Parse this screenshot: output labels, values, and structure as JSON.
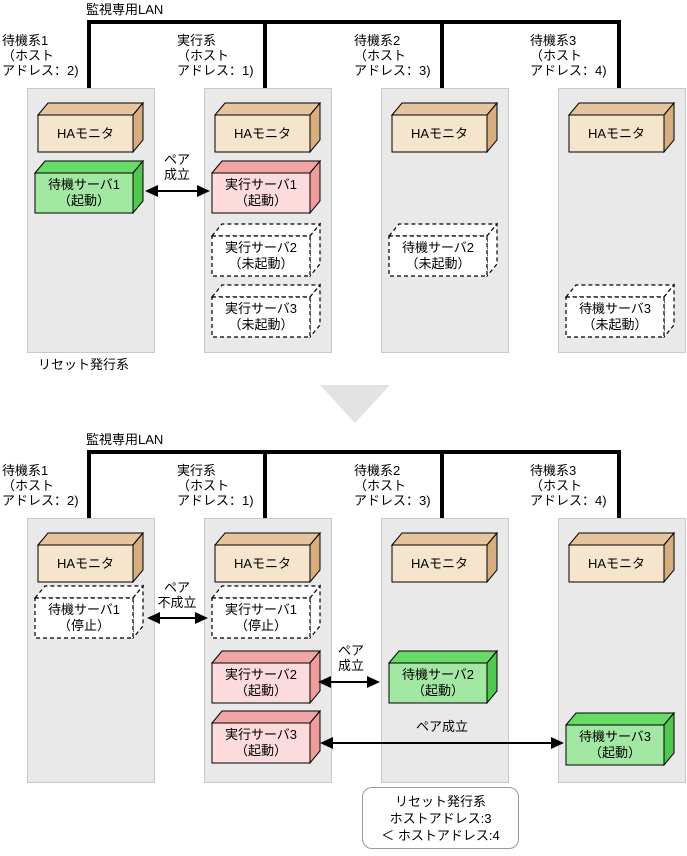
{
  "colors": {
    "panel": "#e9e9e9",
    "beige_face": "#f5e5cc",
    "beige_top": "#e5c49e",
    "beige_side": "#d6ae80",
    "green_face": "#a2e8a2",
    "green_top": "#67da67",
    "green_side": "#4fc84f",
    "pink_face": "#fbdbdb",
    "pink_top": "#f2a5a5",
    "pink_side": "#ee9c9c"
  },
  "top_diagram": {
    "lan_label": "監視専用LAN",
    "headers": [
      "待機系1\n（ホスト\nアドレス：2)",
      "実行系\n（ホスト\nアドレス：1)",
      "待機系2\n（ホスト\nアドレス：3)",
      "待機系3\n（ホスト\nアドレス：4)"
    ],
    "ha_label": "HAモニタ",
    "pair1": "ペア\n成立",
    "reset_label": "リセット発行系",
    "servers": {
      "standby1": {
        "label": "待機サーバ1",
        "state": "（起動）"
      },
      "exec1": {
        "label": "実行サーバ1",
        "state": "（起動）"
      },
      "exec2": {
        "label": "実行サーバ2",
        "state": "（未起動）"
      },
      "exec3": {
        "label": "実行サーバ3",
        "state": "（未起動）"
      },
      "standby2": {
        "label": "待機サーバ2",
        "state": "（未起動）"
      },
      "standby3": {
        "label": "待機サーバ3",
        "state": "（未起動）"
      }
    }
  },
  "bottom_diagram": {
    "lan_label": "監視専用LAN",
    "headers": [
      "待機系1\n（ホスト\nアドレス：2)",
      "実行系\n（ホスト\nアドレス：1)",
      "待機系2\n（ホスト\nアドレス：3)",
      "待機系3\n（ホスト\nアドレス：4)"
    ],
    "ha_label": "HAモニタ",
    "pair1": "ペア\n不成立",
    "pair2": "ペア\n成立",
    "pair3": "ペア成立",
    "note": "リセット発行系\nホストアドレス:3\n＜ ホストアドレス:4",
    "servers": {
      "standby1": {
        "label": "待機サーバ1",
        "state": "（停止）"
      },
      "exec1": {
        "label": "実行サーバ1",
        "state": "（停止）"
      },
      "exec2": {
        "label": "実行サーバ2",
        "state": "（起動）"
      },
      "exec3": {
        "label": "実行サーバ3",
        "state": "（起動）"
      },
      "standby2": {
        "label": "待機サーバ2",
        "state": "（起動）"
      },
      "standby3": {
        "label": "待機サーバ3",
        "state": "（起動）"
      }
    }
  }
}
